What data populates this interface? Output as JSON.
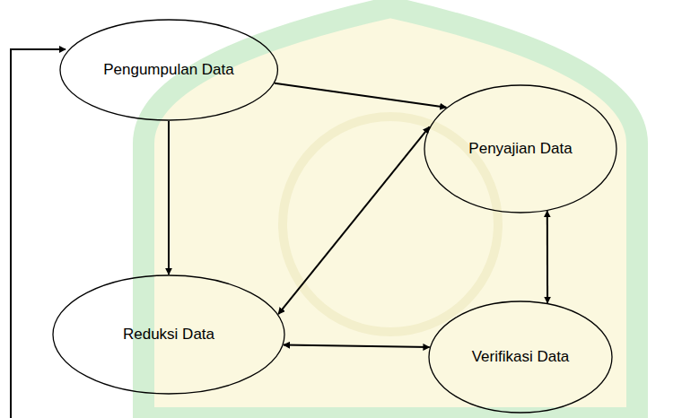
{
  "diagram": {
    "nodes": [
      {
        "text": [
          "Pengumpulan Data"
        ]
      },
      {
        "text": [
          "Penyajian Data"
        ]
      },
      {
        "text": [
          "Reduksi Data"
        ]
      },
      {
        "text": [
          "Verifikasi Data"
        ]
      }
    ],
    "edges": [
      {
        "from": 0,
        "to": 1,
        "arrow": "to"
      },
      {
        "from": 0,
        "to": 2,
        "arrow": "to"
      },
      {
        "from": 1,
        "to": 2,
        "arrow": "both"
      },
      {
        "from": 1,
        "to": 3,
        "arrow": "both"
      },
      {
        "from": 2,
        "to": 3,
        "arrow": "both"
      }
    ]
  }
}
